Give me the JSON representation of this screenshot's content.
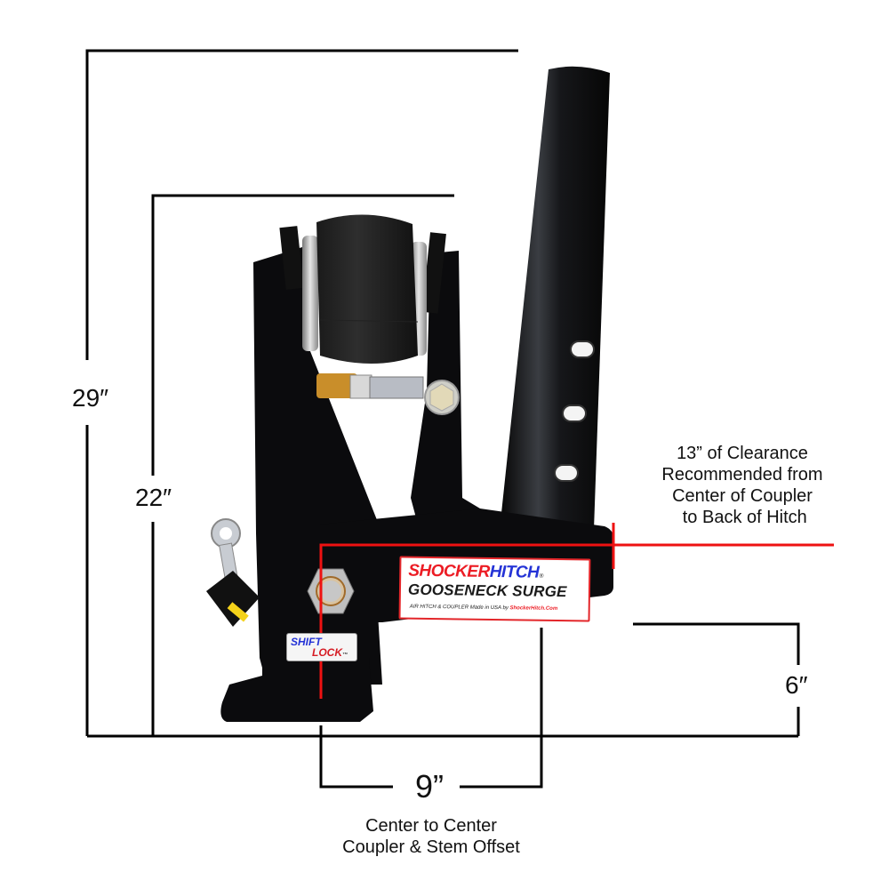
{
  "product": {
    "brand_part1": "SHOCKER",
    "brand_part2": "HITCH",
    "registered_mark": "®",
    "model": "GOOSENECK SURGE",
    "tagline": "AIR HITCH & COUPLER   Made in USA   by ",
    "tagline_url": "ShockerHitch.Com",
    "latch_decal_line1": "SHIFT",
    "latch_decal_line2": "LOCK",
    "latch_decal_tm": "™",
    "colors": {
      "brand_red": "#ec1c24",
      "brand_blue": "#2433d6",
      "hitch_body": "#0b0b0d",
      "dimension_line": "#000000",
      "clearance_line": "#ee1111"
    }
  },
  "dimensions": {
    "overall_height": "29″",
    "body_height": "22″",
    "stem_height": "6″",
    "offset": "9”",
    "offset_caption_line1": "Center to Center",
    "offset_caption_line2": "Coupler & Stem Offset"
  },
  "clearance_note": {
    "line1": "13” of Clearance",
    "line2": "Recommended from",
    "line3": "Center of Coupler",
    "line4": " to Back of Hitch"
  }
}
